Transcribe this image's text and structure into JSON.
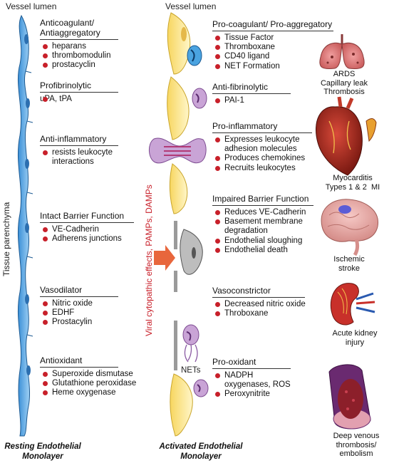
{
  "labels": {
    "vessel_lumen_left": "Vessel lumen",
    "vessel_lumen_right": "Vessel lumen",
    "tissue_parenchyma": "Tissue parenchyma",
    "viral_effects": "Viral cytopathic effects, PAMPs, DAMPs",
    "nets": "NETs"
  },
  "resting": {
    "footer": [
      "Resting Endothelial",
      "Monolayer"
    ],
    "sections": [
      {
        "header": [
          "Anticoagulant/",
          "Antiaggregatory"
        ],
        "items": [
          "heparans",
          "thrombomodulin",
          "prostacyclin"
        ]
      },
      {
        "header": [
          "Profibrinolytic"
        ],
        "items": [
          "uPA, tPA"
        ]
      },
      {
        "header": [
          "Anti-inflammatory"
        ],
        "items": [
          "resists leukocyte",
          "interactions"
        ]
      },
      {
        "header": [
          "Intact Barrier Function"
        ],
        "items": [
          "VE-Cadherin",
          "Adherens junctions"
        ]
      },
      {
        "header": [
          "Vasodilator"
        ],
        "items": [
          "Nitric oxide",
          "EDHF",
          "Prostacylin"
        ]
      },
      {
        "header": [
          "Antioxidant"
        ],
        "items": [
          "Superoxide dismutase",
          "Glutathione peroxidase",
          "Heme oxygenase"
        ]
      }
    ]
  },
  "activated": {
    "footer": [
      "Activated Endothelial",
      "Monolayer"
    ],
    "sections": [
      {
        "header": [
          "Pro-coagulant/ Pro-aggregatory"
        ],
        "items": [
          "Tissue Factor",
          "Thromboxane",
          "CD40 ligand",
          "NET Formation"
        ]
      },
      {
        "header": [
          "Anti-fibrinolytic"
        ],
        "items": [
          "PAI-1"
        ]
      },
      {
        "header": [
          "Pro-inflammatory"
        ],
        "items": [
          "Expresses leukocyte|adhesion molecules",
          "Produces chemokines",
          "Recruits leukocytes"
        ]
      },
      {
        "header": [
          "Impaired Barrier Function"
        ],
        "items": [
          "Reduces VE-Cadherin",
          "Basement membrane|degradation",
          "Endothelial sloughing",
          "Endothelial death"
        ]
      },
      {
        "header": [
          "Vasoconstrictor"
        ],
        "items": [
          "Decreased nitric oxide",
          "Throboxane"
        ]
      },
      {
        "header": [
          "Pro-oxidant"
        ],
        "items": [
          "NADPH|oxygenases, ROS",
          "Peroxynitrite"
        ]
      }
    ]
  },
  "organs": [
    {
      "name": "lungs",
      "caption": [
        "ARDS",
        "Capillary leak",
        "Thrombosis"
      ]
    },
    {
      "name": "heart",
      "caption": [
        "Myocarditis",
        "Types 1 & 2  MI"
      ]
    },
    {
      "name": "brain",
      "caption": [
        "Ischemic",
        "stroke"
      ]
    },
    {
      "name": "kidney",
      "caption": [
        "Acute kidney",
        "injury"
      ]
    },
    {
      "name": "vein",
      "caption": [
        "Deep venous",
        "thrombosis/",
        "embolism"
      ]
    }
  ],
  "colors": {
    "resting_cell": "#5aa9e6",
    "activated_cell": "#fbe79a",
    "leukocyte": "#c9a4d6",
    "bullet": "#c8202a",
    "arrow": "#e8663c",
    "viral_text": "#c8202a"
  }
}
